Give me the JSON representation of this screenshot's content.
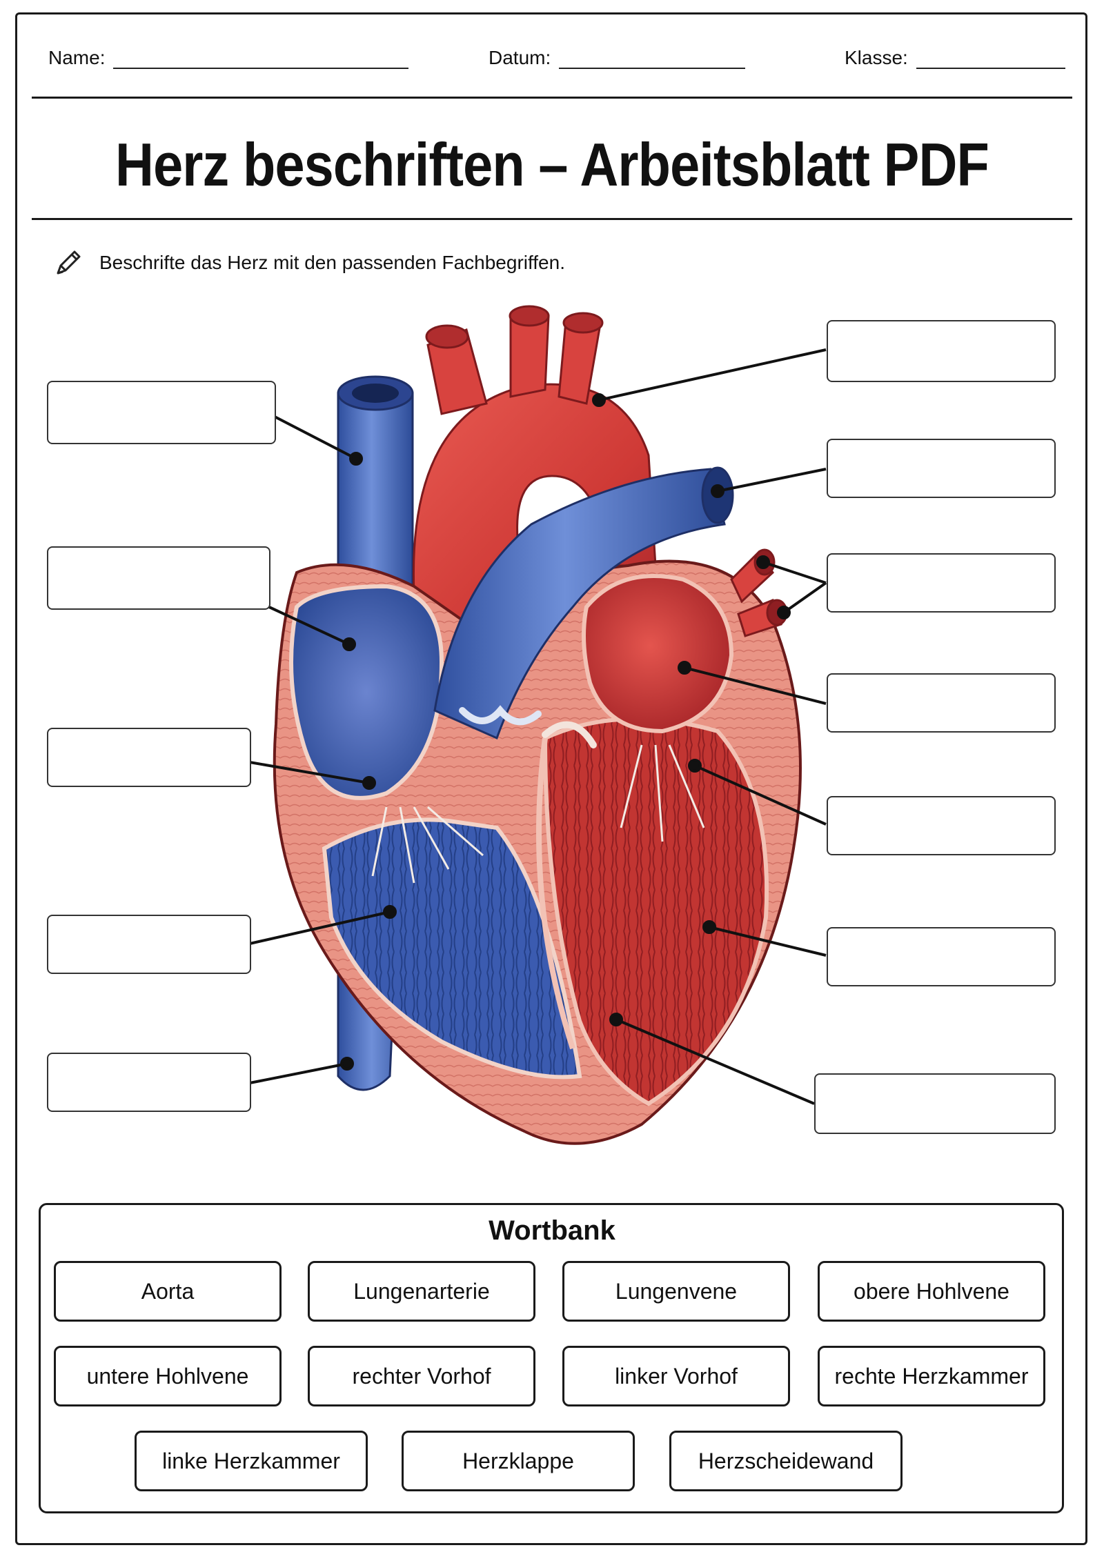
{
  "header": {
    "name_label": "Name:",
    "date_label": "Datum:",
    "class_label": "Klasse:"
  },
  "title": "Herz beschriften – Arbeitsblatt PDF",
  "instruction": {
    "icon": "pencil-icon",
    "text": "Beschrifte das Herz mit den passenden Fachbegriffen."
  },
  "colors": {
    "vein_blue": "#4a6fc0",
    "artery_red": "#d8433f",
    "muscle_pink": "#e8968a",
    "border": "#1a1a1a"
  },
  "label_boxes": [
    {
      "id": "L1",
      "value": ""
    },
    {
      "id": "L2",
      "value": ""
    },
    {
      "id": "L3",
      "value": ""
    },
    {
      "id": "L4",
      "value": ""
    },
    {
      "id": "L5",
      "value": ""
    },
    {
      "id": "R1",
      "value": ""
    },
    {
      "id": "R2",
      "value": ""
    },
    {
      "id": "R3",
      "value": ""
    },
    {
      "id": "R4",
      "value": ""
    },
    {
      "id": "R5",
      "value": ""
    },
    {
      "id": "R6",
      "value": ""
    },
    {
      "id": "R7",
      "value": ""
    }
  ],
  "wordbank": {
    "title": "Wortbank",
    "words": [
      "Aorta",
      "Lungenarterie",
      "Lungenvene",
      "obere Hohlvene",
      "untere Hohlvene",
      "rechter Vorhof",
      "linker Vorhof",
      "rechte Herzkammer",
      "linke Herzkammer",
      "Herzklappe",
      "Herzscheidewand"
    ]
  }
}
